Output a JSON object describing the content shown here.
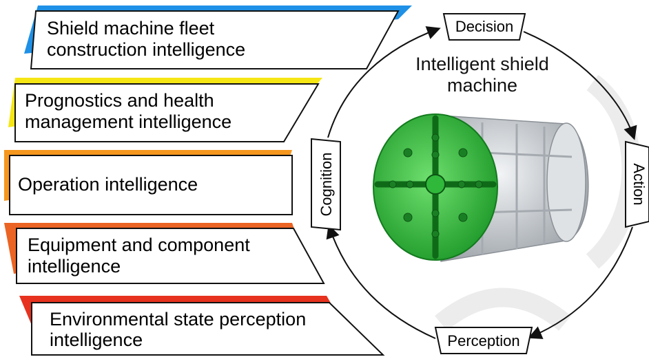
{
  "center_title": [
    "Intelligent shield",
    "machine"
  ],
  "layers": [
    {
      "lines": [
        "Shield machine fleet",
        "construction intelligence"
      ],
      "color": "#1e90e6"
    },
    {
      "lines": [
        "Prognostics and health",
        "management intelligence"
      ],
      "color": "#f5e614"
    },
    {
      "lines": [
        "Operation intelligence"
      ],
      "color": "#f5961e"
    },
    {
      "lines": [
        "Equipment and component",
        "intelligence"
      ],
      "color": "#eb6423"
    },
    {
      "lines": [
        "Environmental state perception",
        "intelligence"
      ],
      "color": "#e6321e"
    }
  ],
  "cycle": {
    "decision": "Decision",
    "action": "Action",
    "perception": "Perception",
    "cognition": "Cognition"
  },
  "machine_colors": {
    "cutterhead": "#3cc83c",
    "body": "#c8ccd0"
  }
}
